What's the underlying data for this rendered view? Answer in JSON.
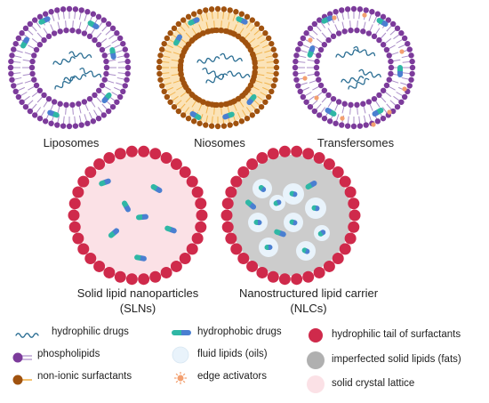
{
  "colors": {
    "phospholipid": "#7c3b9b",
    "phospholipid_tail": "#a98cc7",
    "surfactant": "#a0520f",
    "surfactant_tail": "#f2b44e",
    "niosome_fill": "#fbe3b8",
    "red_head": "#cf2a4b",
    "sln_core": "#fbe1e6",
    "nlc_core": "#cccccc",
    "fluid_lipid": "#e9f3fb",
    "drug_wave": "#2b6e93",
    "hydrophobic_left": "#2fb7a5",
    "hydrophobic_right": "#4a7fd1",
    "edge_activator": "#f3a070"
  },
  "carriers": {
    "liposome": "Liposomes",
    "niosome": "Niosomes",
    "transfersome": "Transfersomes",
    "sln_line1": "Solid lipid nanoparticles",
    "sln_line2": "(SLNs)",
    "nlc_line1": "Nanostructured lipid carrier",
    "nlc_line2": "(NLCs)"
  },
  "legend": {
    "hydrophilic_drugs": "hydrophilic drugs",
    "phospholipids": "phospholipids",
    "nonionic_surfactants": "non-ionic surfactants",
    "hydrophobic_drugs": "hydrophobic drugs",
    "fluid_lipids": "fluid lipids (oils)",
    "edge_activators": "edge activators",
    "hydrophilic_tail": "hydrophilic tail of surfactants",
    "imperfected_solid_lipids": "imperfected solid lipids (fats)",
    "solid_crystal_lattice": "solid crystal lattice"
  }
}
